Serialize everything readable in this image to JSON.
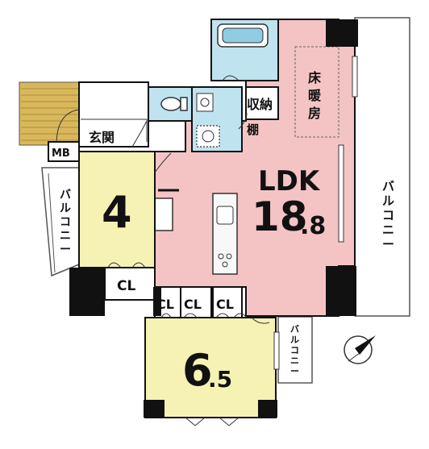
{
  "colors": {
    "ldk": "#f4c4c4",
    "room4": "#f6f2b4",
    "room65": "#f6f2b4",
    "wet": "#bfe3ef",
    "deck": "#d9b85c",
    "wall": "#111111",
    "line": "#555555"
  },
  "rooms": {
    "ldk_label": "LDK",
    "ldk_size_main": "18",
    "ldk_size_dec": ".8",
    "bed1_size": "4",
    "bed2_size_main": "6",
    "bed2_size_dec": ".5",
    "entrance": "玄関",
    "mb": "MB",
    "storage": "収納",
    "shelf": "棚",
    "floor_heating": [
      "床",
      "暖",
      "房"
    ],
    "closets": [
      "CL",
      "CL",
      "CL",
      "CL"
    ],
    "balcony_right": [
      "バ",
      "ル",
      "コ",
      "ニ",
      "ー"
    ],
    "balcony_left": [
      "バ",
      "ル",
      "コ",
      "ニ",
      "ー"
    ],
    "balcony_small": [
      "バ",
      "ル",
      "コ",
      "ニ",
      "ー"
    ]
  },
  "icons": [
    "compass-icon",
    "bathtub-icon",
    "toilet-icon",
    "sink-icon",
    "stove-icon",
    "washer-icon"
  ]
}
